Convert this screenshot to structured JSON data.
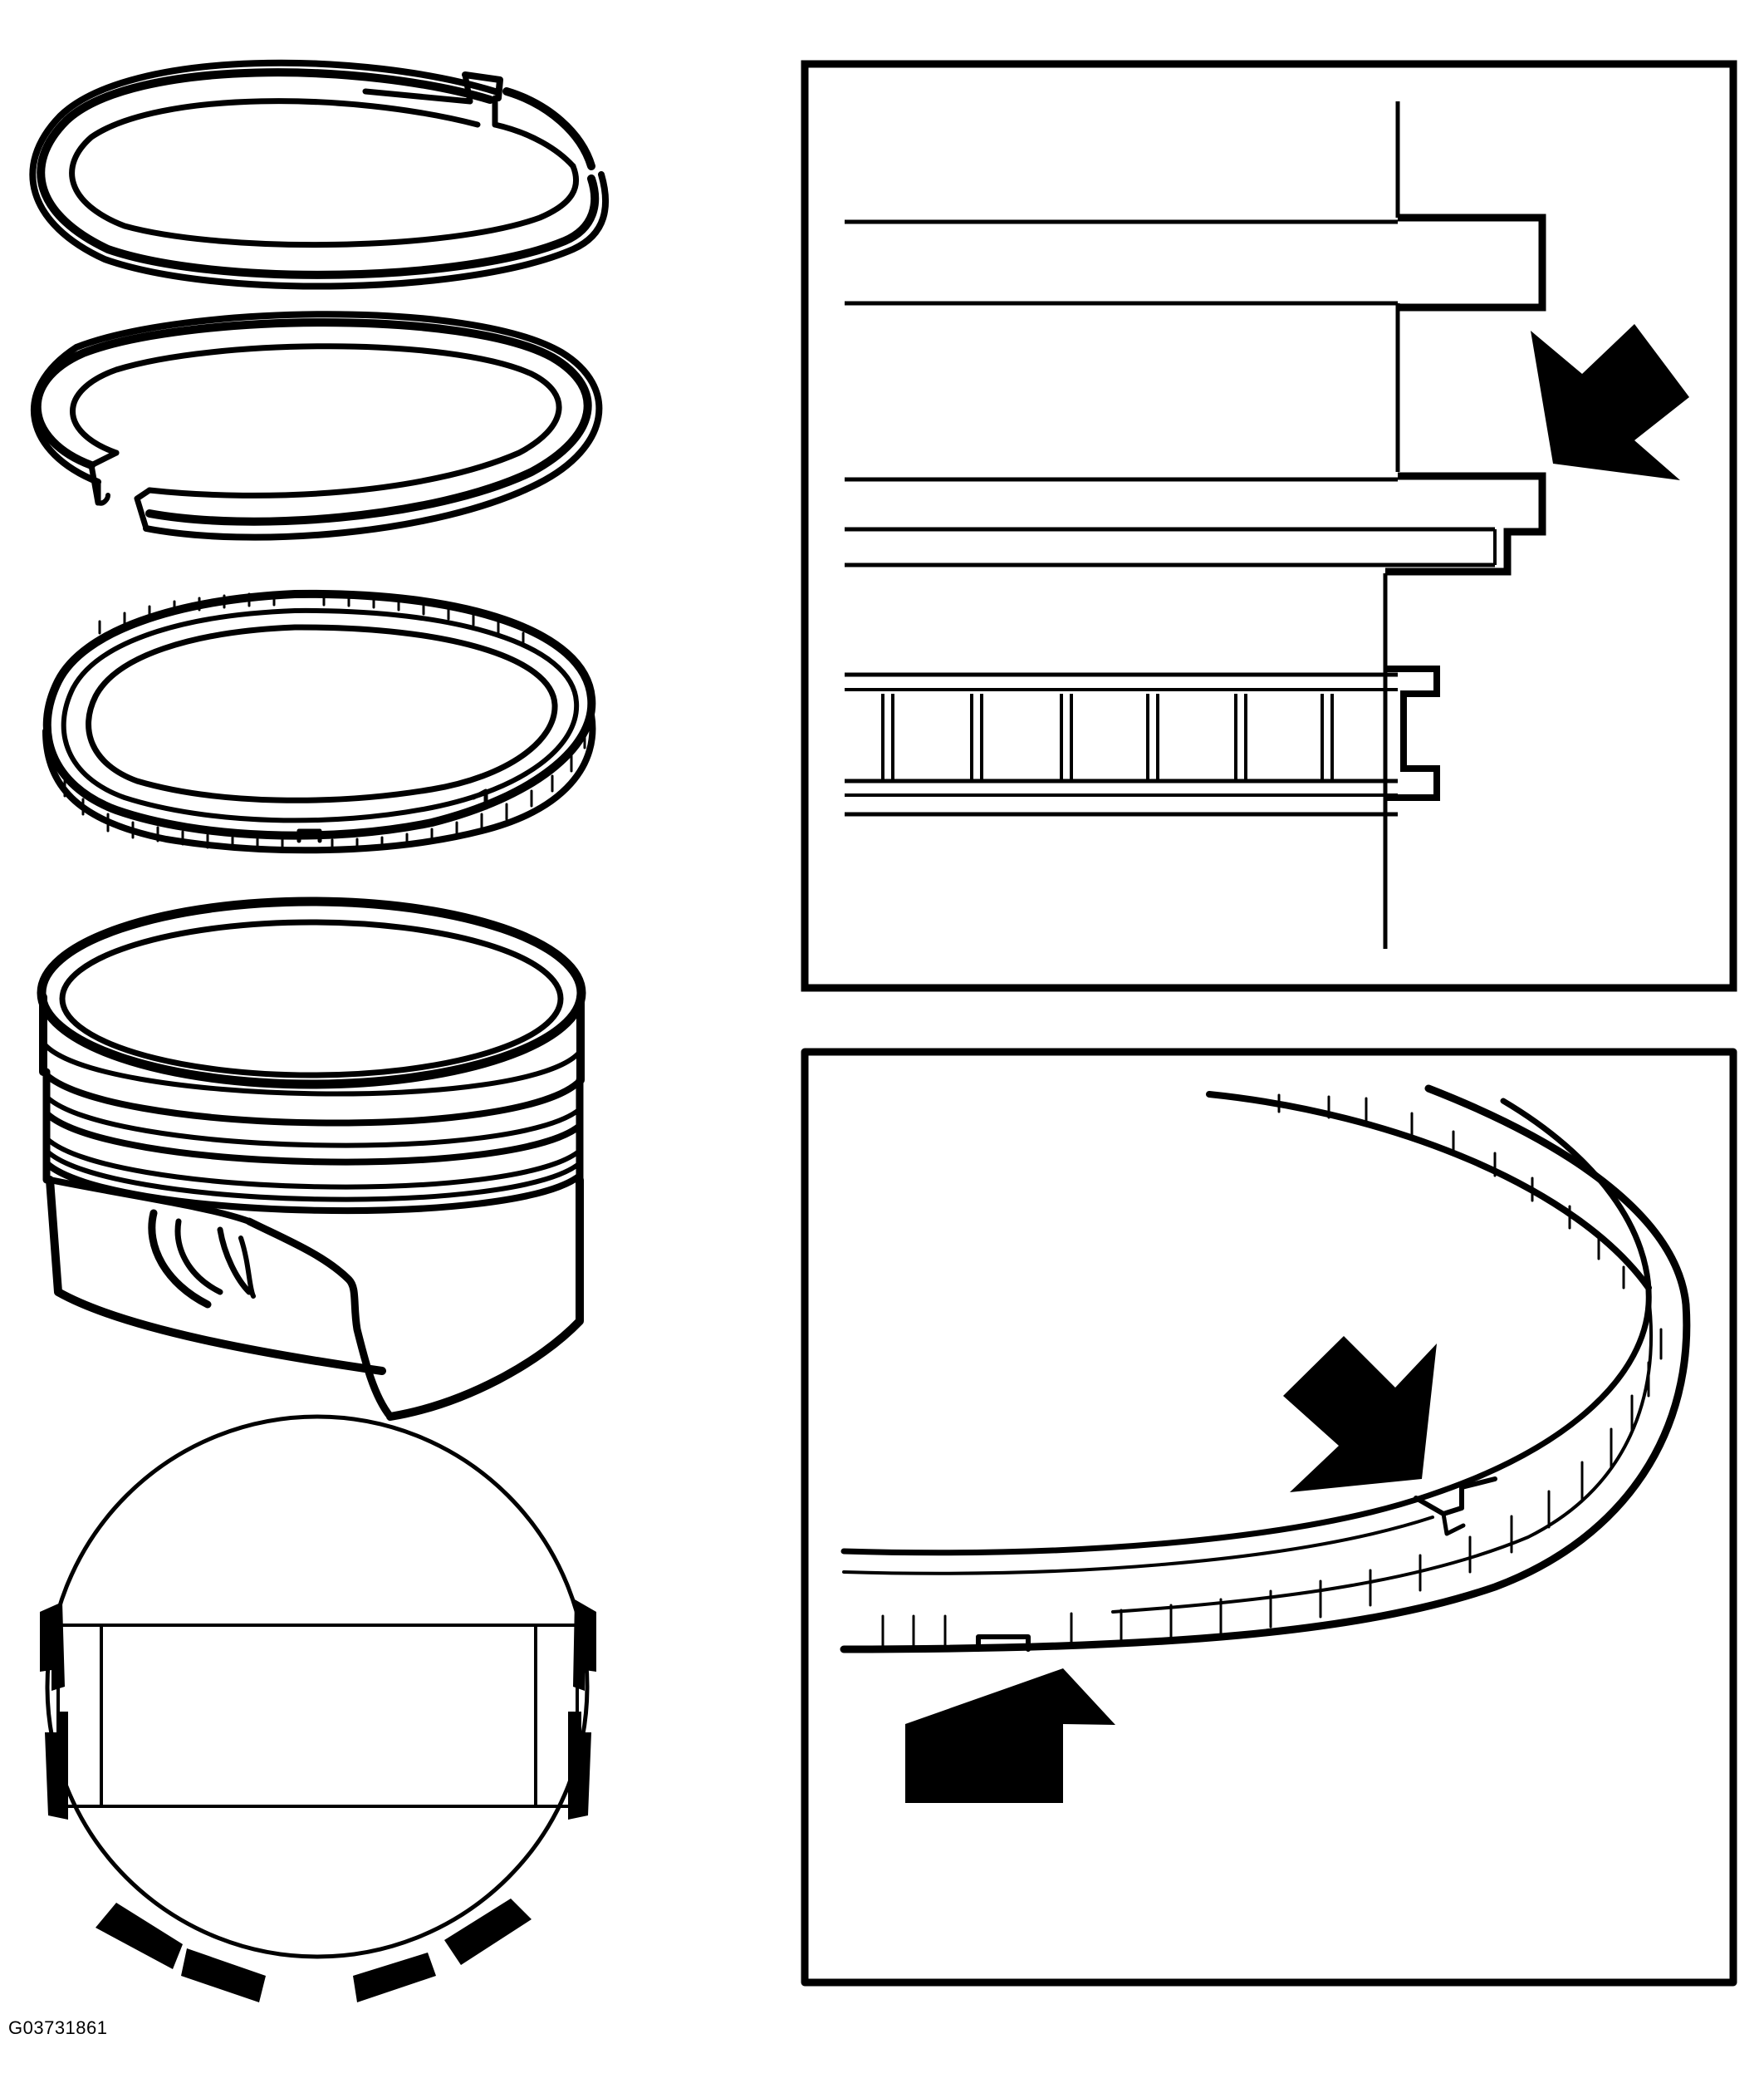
{
  "figure": {
    "code": "G03731861",
    "colors": {
      "ink": "#000000",
      "paper": "#ffffff"
    }
  },
  "parts": [
    {
      "name": "top-compression-ring",
      "icon": "split-ring"
    },
    {
      "name": "second-compression-ring",
      "icon": "split-ring"
    },
    {
      "name": "oil-control-ring",
      "icon": "expander-ring"
    },
    {
      "name": "piston",
      "icon": "piston"
    },
    {
      "name": "piston-top-view",
      "icon": "ring-gap-positions"
    }
  ],
  "callouts": [
    {
      "name": "ring-groove-detail",
      "arrows": 1
    },
    {
      "name": "oil-ring-gap-detail",
      "arrows": 2
    }
  ]
}
